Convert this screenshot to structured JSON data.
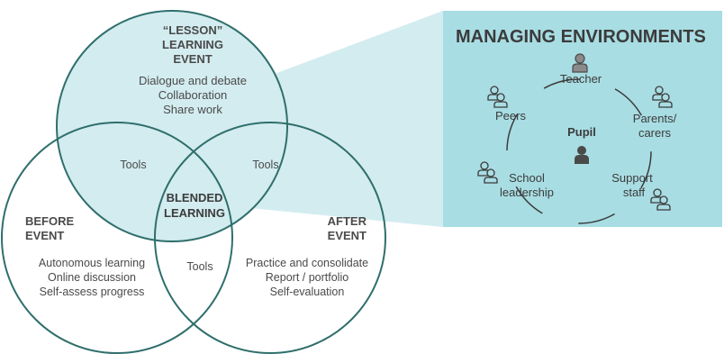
{
  "venn": {
    "lesson": {
      "title_lines": [
        "“LESSON”",
        "LEARNING",
        "EVENT"
      ],
      "items": [
        "Dialogue and debate",
        "Collaboration",
        "Share work"
      ]
    },
    "before": {
      "title_lines": [
        "BEFORE",
        "EVENT"
      ],
      "items": [
        "Autonomous learning",
        "Online discussion",
        "Self-assess progress"
      ]
    },
    "after": {
      "title_lines": [
        "AFTER",
        "EVENT"
      ],
      "items": [
        "Practice and consolidate",
        "Report / portfolio",
        "Self-evaluation"
      ]
    },
    "center": [
      "BLENDED",
      "LEARNING"
    ],
    "tools": {
      "left": "Tools",
      "right": "Tools",
      "bottom": "Tools"
    }
  },
  "panel": {
    "title": "MANAGING ENVIRONMENTS",
    "center_label": "Pupil",
    "roles": {
      "teacher": [
        "Teacher"
      ],
      "peers": [
        "Peers"
      ],
      "parents": [
        "Parents/",
        "carers"
      ],
      "school": [
        "School",
        "leadership"
      ],
      "support": [
        "Support",
        "staff"
      ]
    }
  },
  "colors": {
    "circle_stroke": "#2f6f6c",
    "lesson_fill": "#d3ecf0",
    "panel_fill": "#a8dde3",
    "funnel_fill": "#d3ecf0",
    "text": "#4a4a4a",
    "title": "#3b3b3b",
    "icon_dark": "#555555"
  }
}
